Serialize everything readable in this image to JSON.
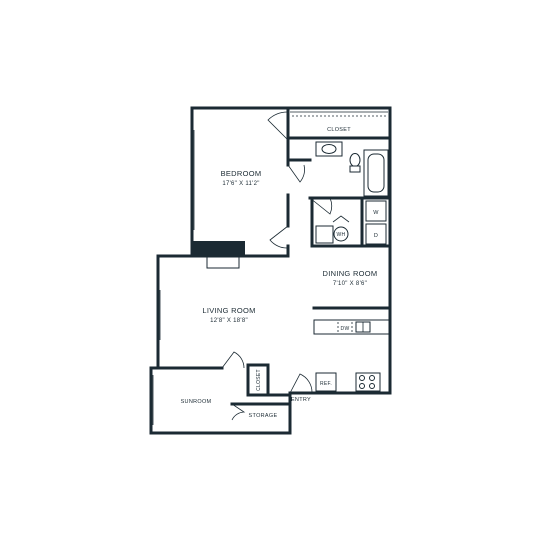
{
  "colors": {
    "wall": "#1b2a33",
    "background": "#ffffff"
  },
  "rooms": {
    "bedroom": {
      "name": "BEDROOM",
      "dims": "17'6\" X 11'2\""
    },
    "dining": {
      "name": "DINING ROOM",
      "dims": "7'10\" X 8'6\""
    },
    "living": {
      "name": "LIVING ROOM",
      "dims": "12'8\" X 18'8\""
    },
    "sunroom": {
      "name": "SUNROOM"
    },
    "storage": {
      "name": "STORAGE"
    },
    "closet_top": {
      "name": "CLOSET"
    },
    "closet_small": {
      "name": "CLOSET"
    },
    "entry": {
      "name": "ENTRY"
    }
  },
  "fixtures": {
    "washer": "W",
    "dryer": "D",
    "water_heater": "WH",
    "dishwasher": "DW",
    "refrigerator": "REF."
  }
}
